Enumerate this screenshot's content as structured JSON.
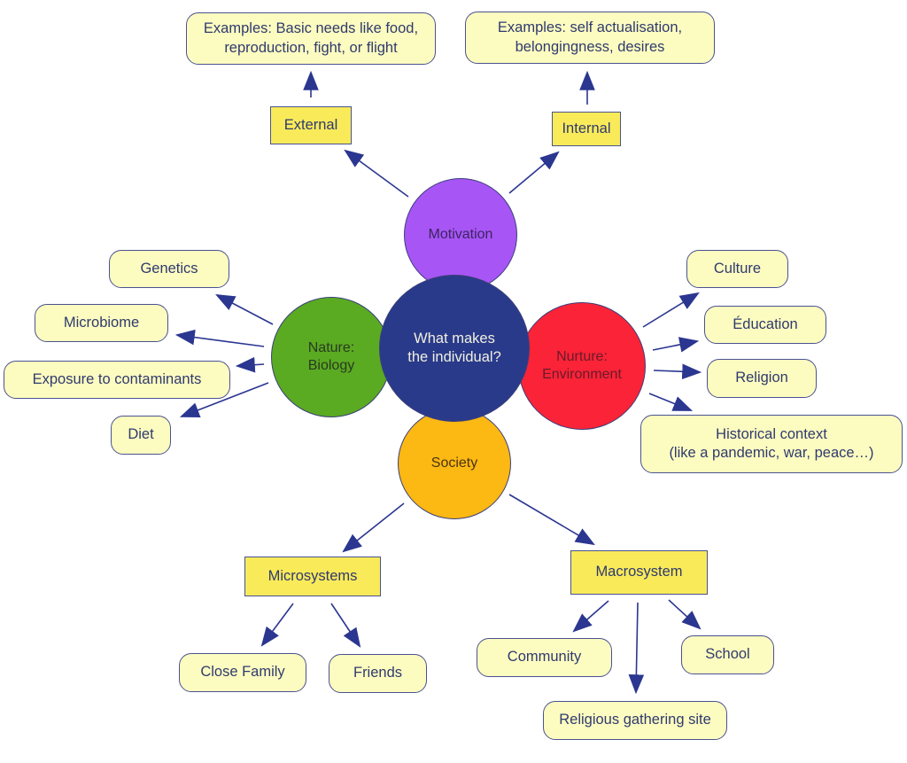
{
  "center": {
    "label": "What makes\nthe individual?",
    "color": "#2a3a8a",
    "text_color": "#f0f0e0"
  },
  "hubs": {
    "motivation": {
      "label": "Motivation",
      "color": "#a855f5"
    },
    "nature": {
      "label": "Nature:\nBiology",
      "color": "#5aaa22"
    },
    "nurture": {
      "label": "Nurture:\nEnvironment",
      "color": "#fa2337"
    },
    "society": {
      "label": "Society",
      "color": "#fcb813"
    }
  },
  "motivation": {
    "external": {
      "label": "External",
      "example": "Examples: Basic needs like food,\nreproduction, fight, or flight"
    },
    "internal": {
      "label": "Internal",
      "example": "Examples: self actualisation,\nbelongingness, desires"
    }
  },
  "nature_items": [
    "Genetics",
    "Microbiome",
    "Exposure to contaminants",
    "Diet"
  ],
  "nurture_items": [
    "Culture",
    "Éducation",
    "Religion",
    "Historical context\n(like a pandemic, war, peace…)"
  ],
  "society": {
    "microsystems": {
      "label": "Microsystems",
      "items": [
        "Close Family",
        "Friends"
      ]
    },
    "macrosystem": {
      "label": "Macrosystem",
      "items": [
        "Community",
        "Religious gathering site",
        "School"
      ]
    }
  },
  "colors": {
    "arrow": "#2b3690",
    "box_fill": "#fdfcc0",
    "category_fill": "#f9ea5a",
    "text": "#2f3a6e"
  }
}
